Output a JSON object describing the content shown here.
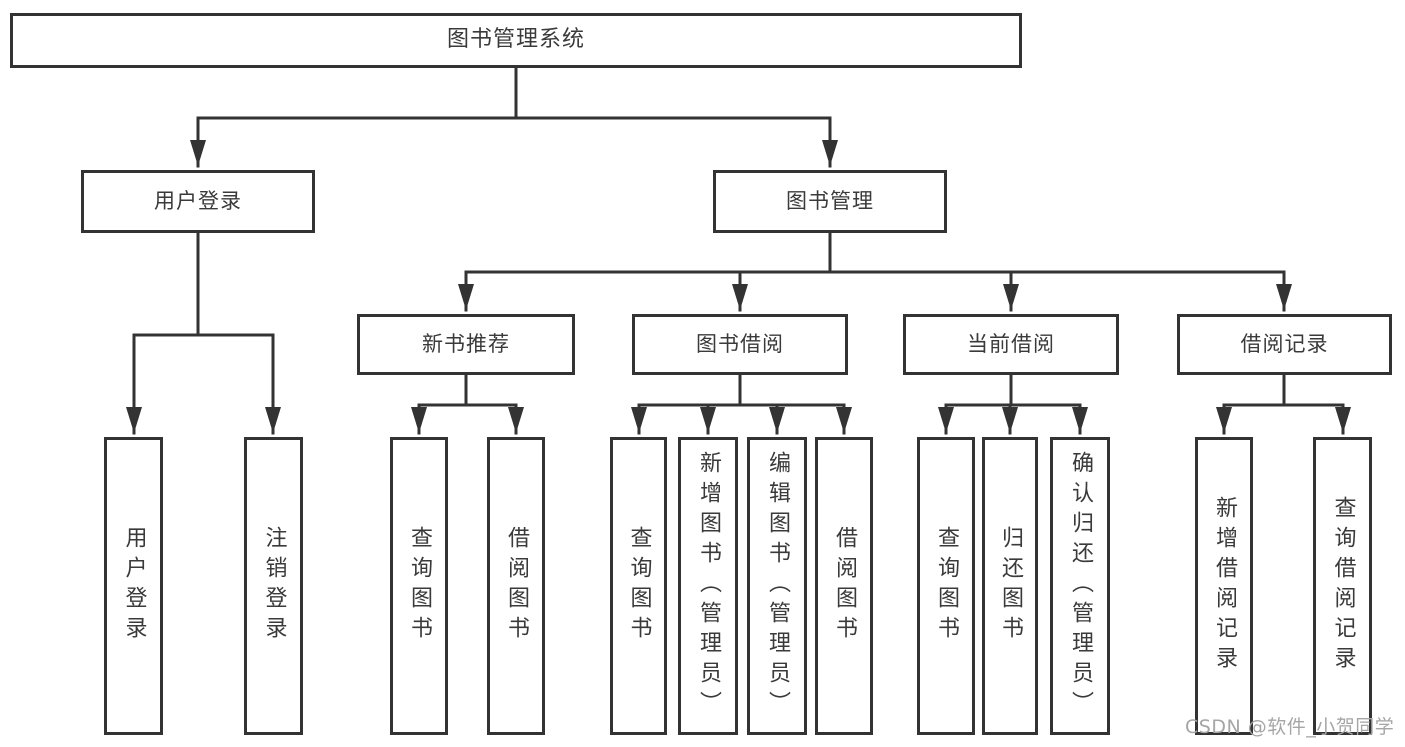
{
  "tree": {
    "label": "图书管理系统",
    "children": [
      {
        "label": "用户登录",
        "children": [
          {
            "label": "用户登录"
          },
          {
            "label": "注销登录"
          }
        ]
      },
      {
        "label": "图书管理",
        "children": [
          {
            "label": "新书推荐",
            "children": [
              {
                "label": "查询图书"
              },
              {
                "label": "借阅图书"
              }
            ]
          },
          {
            "label": "图书借阅",
            "children": [
              {
                "label": "查询图书"
              },
              {
                "label": "新增图书（管理员）"
              },
              {
                "label": "编辑图书（管理员）"
              },
              {
                "label": "借阅图书"
              }
            ]
          },
          {
            "label": "当前借阅",
            "children": [
              {
                "label": "查询图书"
              },
              {
                "label": "归还图书"
              },
              {
                "label": "确认归还（管理员）"
              }
            ]
          },
          {
            "label": "借阅记录",
            "children": [
              {
                "label": "新增借阅记录"
              },
              {
                "label": "查询借阅记录"
              }
            ]
          }
        ]
      }
    ]
  },
  "watermark": {
    "text": "CSDN @软件_小贺同学"
  },
  "colors": {
    "line": "#333333",
    "node_border": "#333333",
    "node_text": "#3a3a3a",
    "background": "#ffffff",
    "watermark": "#a6a6a6"
  }
}
